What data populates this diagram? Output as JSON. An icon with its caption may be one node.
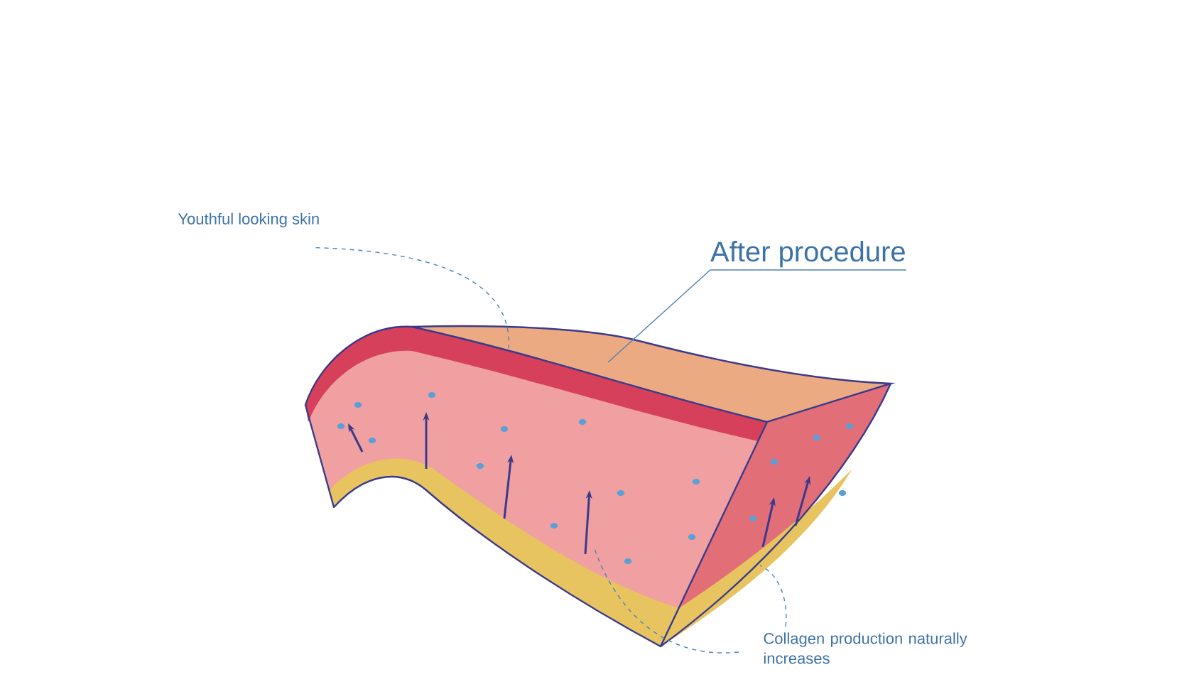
{
  "diagram": {
    "nodes": [
      {
        "text": [
          "Youthful looking skin"
        ]
      },
      {
        "text": [
          "After procedure"
        ]
      },
      {
        "text": [
          "Collagen production naturally increases"
        ]
      }
    ],
    "edges": [
      {
        "from": 0,
        "to": null,
        "arrow": "none",
        "style": "dashed"
      },
      {
        "from": 1,
        "to": null,
        "arrow": "none"
      },
      {
        "from": 2,
        "to": null,
        "arrow": "none",
        "style": "dashed"
      },
      {
        "from": 2,
        "to": null,
        "arrow": "none",
        "style": "dashed"
      }
    ]
  }
}
